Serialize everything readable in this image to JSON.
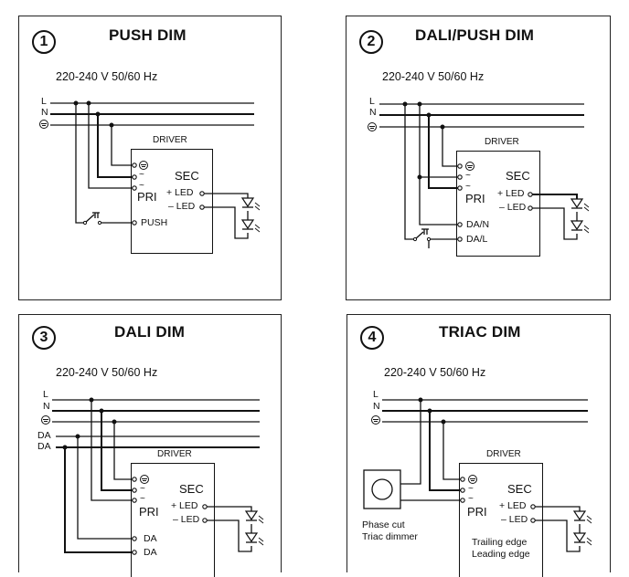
{
  "panels": [
    {
      "number": "1",
      "title": "PUSH DIM",
      "supply": "220-240 V 50/60 Hz",
      "lines": [
        "L",
        "N"
      ],
      "driver_label": "DRIVER",
      "sec": "SEC",
      "pri": "PRI",
      "led_plus": "+ LED",
      "led_minus": "– LED",
      "input": [
        "PUSH"
      ]
    },
    {
      "number": "2",
      "title": "DALI/PUSH DIM",
      "supply": "220-240 V 50/60 Hz",
      "lines": [
        "L",
        "N"
      ],
      "driver_label": "DRIVER",
      "sec": "SEC",
      "pri": "PRI",
      "led_plus": "+ LED",
      "led_minus": "– LED",
      "input": [
        "DA/N",
        "DA/L"
      ]
    },
    {
      "number": "3",
      "title": "DALI DIM",
      "supply": "220-240 V 50/60 Hz",
      "lines": [
        "L",
        "N"
      ],
      "da_lines": [
        "DA",
        "DA"
      ],
      "driver_label": "DRIVER",
      "sec": "SEC",
      "pri": "PRI",
      "led_plus": "+ LED",
      "led_minus": "– LED",
      "input": [
        "DA",
        "DA"
      ]
    },
    {
      "number": "4",
      "title": "TRIAC DIM",
      "supply": "220-240 V 50/60 Hz",
      "lines": [
        "L",
        "N"
      ],
      "driver_label": "DRIVER",
      "sec": "SEC",
      "pri": "PRI",
      "led_plus": "+ LED",
      "led_minus": "– LED",
      "dimmer": [
        "Phase cut",
        "Triac dimmer"
      ],
      "edge": [
        "Trailing edge",
        "Leading edge"
      ]
    }
  ]
}
